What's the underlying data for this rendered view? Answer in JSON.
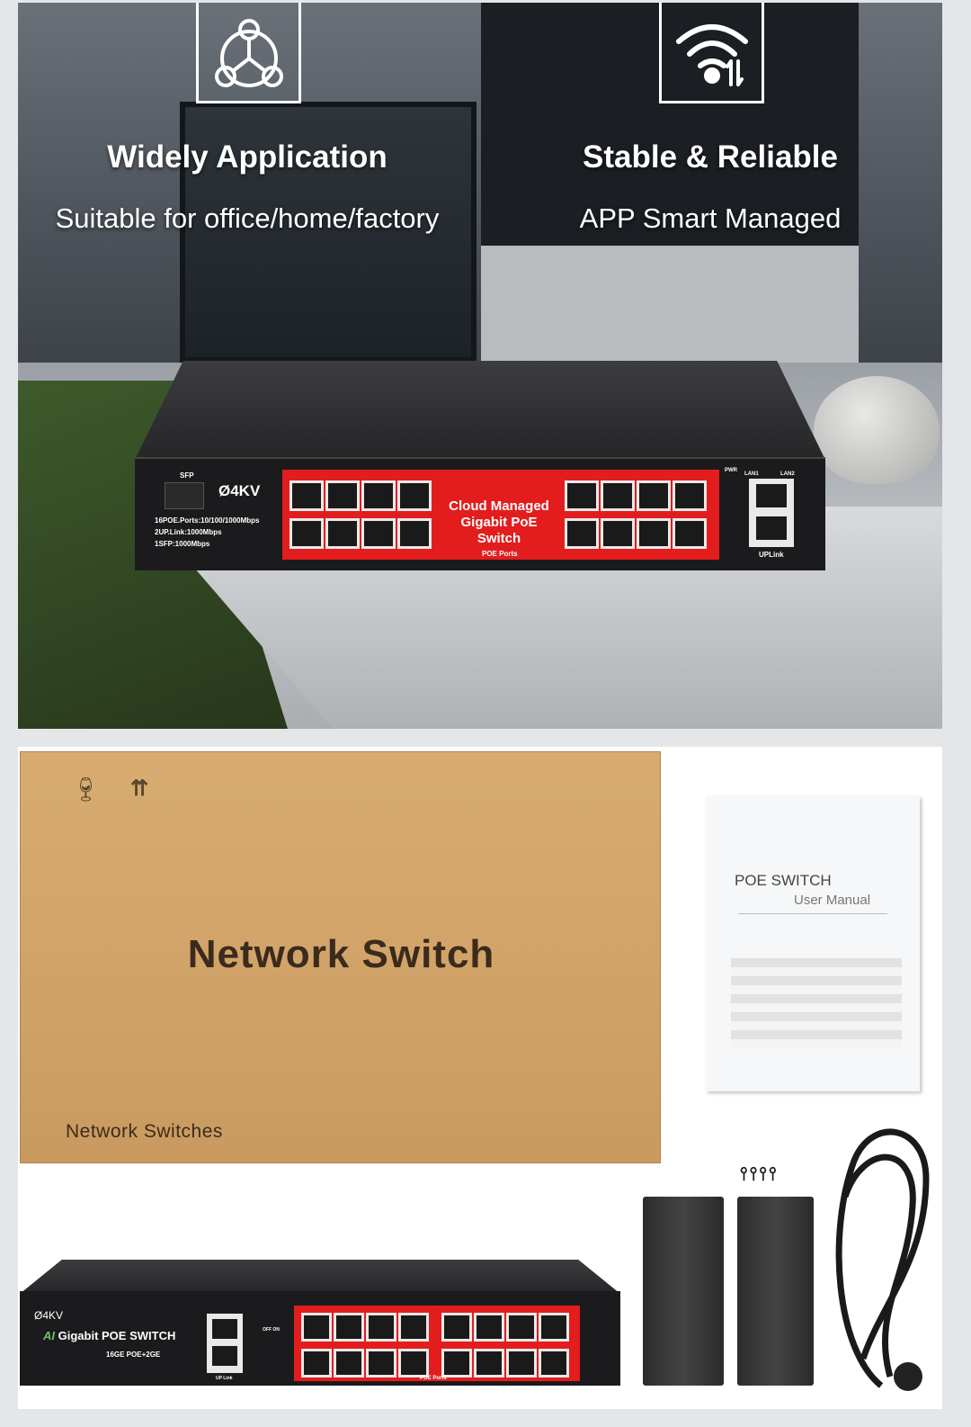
{
  "features": [
    {
      "icon": "network-nodes-icon",
      "title": "Widely Application",
      "subtitle": "Suitable for office/home/factory"
    },
    {
      "icon": "wifi-transfer-icon",
      "title": "Stable & Reliable",
      "subtitle": "APP Smart Managed"
    }
  ],
  "switch_front": {
    "brand": "Ø4KV",
    "sfp_label": "SFP",
    "specs": [
      "16POE.Ports:10/100/1000Mbps",
      "2UP.Link:1000Mbps",
      "1SFP:1000Mbps"
    ],
    "center_text": [
      "Cloud Managed",
      "Gigabit PoE Switch"
    ],
    "poe_label": "POE Ports",
    "uplink_label": "UPLink",
    "lan1": "LAN1",
    "lan2": "LAN2",
    "pwr": "PWR"
  },
  "box": {
    "title": "Network Switch",
    "subtitle": "Network Switches"
  },
  "manual": {
    "title": "POE SWITCH",
    "subtitle": "User Manual"
  },
  "switch_bottom": {
    "brand": "Ø4KV",
    "model_ai": "AI",
    "model": "Gigabit POE SWITCH",
    "ports": "16GE POE+2GE",
    "poe_label": "POE Ports",
    "uplink_label": "UP Link",
    "switch_label": "OFF ON"
  },
  "colors": {
    "accent_red": "#e31d1d",
    "box": "#d3a46a"
  }
}
